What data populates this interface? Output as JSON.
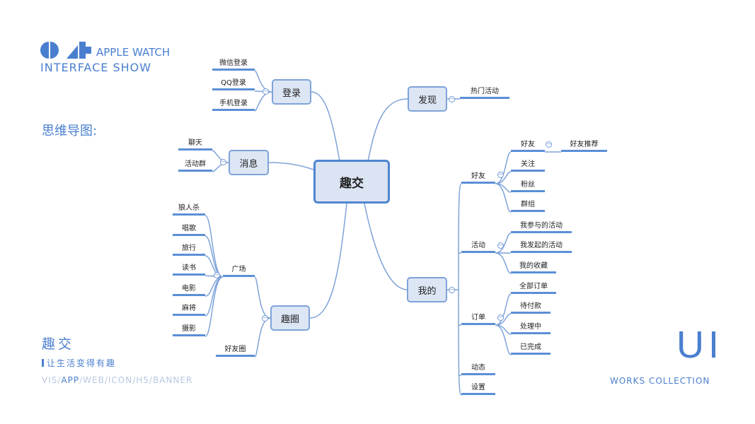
{
  "brand": {
    "number_logo": "04",
    "line1": "APPLE WATCH",
    "line2": "INTERFACE SHOW"
  },
  "section_title": "思维导图:",
  "footer_left": {
    "title": "趣交",
    "slogan": "让生活变得有趣",
    "tags": [
      "VIS/",
      "APP",
      "/WEB/ICON/H5/BANNER"
    ]
  },
  "footer_right": {
    "big": "UI",
    "sub": "WORKS COLLECTION"
  },
  "mindmap": {
    "center": "趣交",
    "login": {
      "label": "登录",
      "children": [
        "微信登录",
        "QQ登录",
        "手机登录"
      ]
    },
    "discover": {
      "label": "发现",
      "children": [
        "热门活动"
      ]
    },
    "message": {
      "label": "消息",
      "children": [
        "聊天",
        "活动群"
      ]
    },
    "circle": {
      "label": "趣圈",
      "square": {
        "label": "广场",
        "children": [
          "狼人杀",
          "唱歌",
          "旅行",
          "读书",
          "电影",
          "麻将",
          "摄影"
        ]
      },
      "friends": "好友圈"
    },
    "mine": {
      "label": "我的",
      "friends": {
        "label": "好友",
        "sub": {
          "label": "好友",
          "child": "好友推荐"
        },
        "children": [
          "关注",
          "粉丝",
          "群组"
        ]
      },
      "activity": {
        "label": "活动",
        "children": [
          "我参与的活动",
          "我发起的活动",
          "我的收藏"
        ]
      },
      "orders": {
        "label": "订单",
        "children": [
          "全部订单",
          "待付款",
          "处理中",
          "已完成"
        ]
      },
      "feed": "动态",
      "settings": "设置"
    },
    "collapse_symbol": "−"
  },
  "colors": {
    "accent": "#4a7fcf",
    "line": "#7ea3d9"
  }
}
